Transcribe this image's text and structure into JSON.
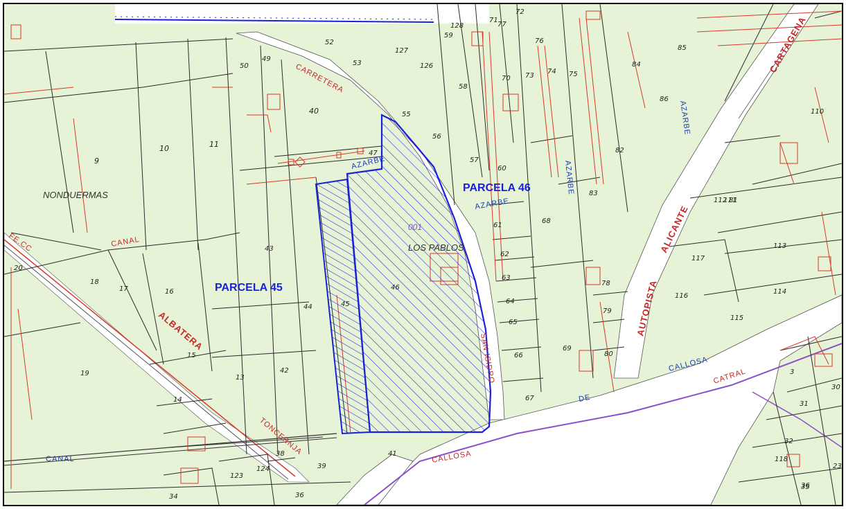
{
  "map": {
    "parcels_highlight": [
      {
        "label": "PARCELA 45"
      },
      {
        "label": "PARCELA 46"
      }
    ],
    "places": {
      "nonduermas": "NONDUERMAS",
      "los_pablos": "LOS PABLOS",
      "zone": "001"
    },
    "roads": {
      "carretera": "CARRETERA",
      "autopista": "AUTOPISTA",
      "alicante": "ALICANTE",
      "cartagena": "CARTAGENA",
      "callosa_1": "CALLOSA",
      "callosa_2": "CALLOSA",
      "catral": "CATRAL",
      "de": "DE",
      "san_isidro": "SAN ISIDRO",
      "alberca": "ALBATERA",
      "toncernja": "TONCERNJA",
      "fe_cc": "FE.CC"
    },
    "water": {
      "azarbe_1": "AZARBE",
      "azarbe_2": "AZARBE",
      "azarbe_3": "AZARBE",
      "azarbe_4": "AZARBE",
      "canal_1": "CANAL",
      "canal_2": "CANAL"
    },
    "parcel_numbers": [
      "52",
      "53",
      "50",
      "49",
      "127",
      "126",
      "128",
      "58",
      "59",
      "71",
      "72",
      "73",
      "74",
      "75",
      "76",
      "77",
      "70",
      "85",
      "84",
      "86",
      "110",
      "9",
      "10",
      "11",
      "40",
      "55",
      "56",
      "57",
      "60",
      "61",
      "62",
      "63",
      "64",
      "65",
      "66",
      "67",
      "68",
      "69",
      "78",
      "79",
      "80",
      "81",
      "82",
      "83",
      "20",
      "18",
      "17",
      "16",
      "15",
      "14",
      "13",
      "19",
      "43",
      "44",
      "42",
      "41",
      "39",
      "38",
      "36",
      "34",
      "124",
      "123",
      "45",
      "46",
      "47",
      "111",
      "112",
      "113",
      "114",
      "115",
      "116",
      "117",
      "118",
      "3",
      "30",
      "31",
      "32",
      "35",
      "36",
      "23"
    ]
  },
  "colors": {
    "background": "#e6f3d6",
    "parcel_line": "#2b2b2b",
    "road_fill": "#ffffff",
    "cadastre_red": "#d63a2a",
    "hatch_blue": "#1a22d6",
    "purple_line": "#8a4fc9"
  }
}
